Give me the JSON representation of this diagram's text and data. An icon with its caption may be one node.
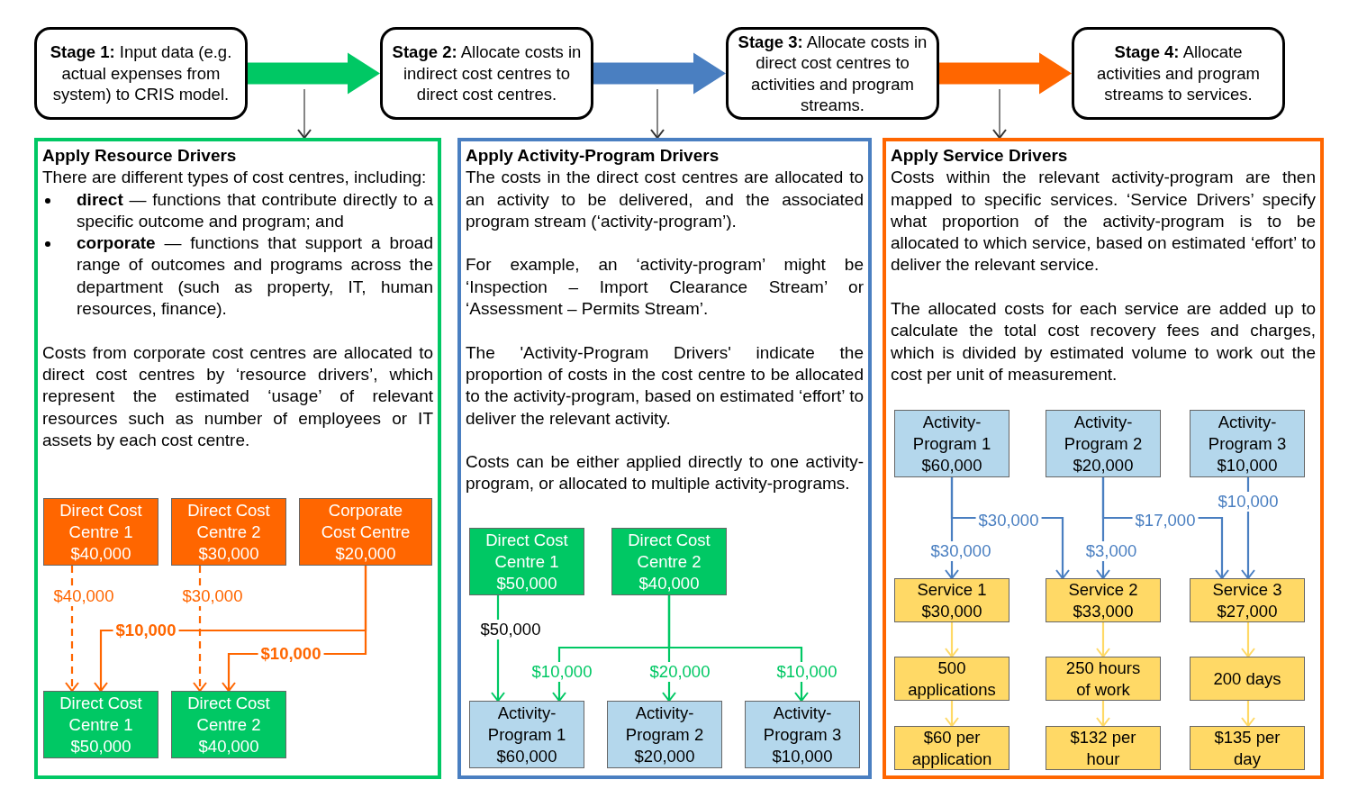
{
  "diagram": {
    "nodes": [
      {
        "text": [
          "**Stage 1:** Input data (e.g. actual expenses from system) to CRIS model."
        ]
      },
      {
        "text": [
          "**Stage 2:** Allocate costs in indirect cost centres to direct cost centres."
        ]
      },
      {
        "text": [
          "**Stage 3:** Allocate costs in direct cost centres to activities and program streams."
        ]
      },
      {
        "text": [
          "**Stage 4:** Allocate activities and program streams to services."
        ]
      },
      {
        "text": [
          "Apply Resource Drivers",
          "There are different types of cost centres, including:",
          "**direct** — functions that contribute directly to a specific outcome and program; and",
          "**corporate** — functions that support a broad range of outcomes and programs across the department (such as property, IT, human resources, finance).",
          "Costs from corporate cost centres are allocated to direct cost centres by ‘resource drivers’, which represent the estimated ‘usage’ of relevant resources such as number of employees or IT assets by each cost centre."
        ]
      },
      {
        "text": [
          "Direct Cost Centre 1",
          "$40,000"
        ],
        "in": 4
      },
      {
        "text": [
          "Direct Cost Centre 2",
          "$30,000"
        ],
        "in": 4
      },
      {
        "text": [
          "Corporate Cost Centre",
          "$20,000"
        ],
        "in": 4
      },
      {
        "text": [
          "Direct Cost Centre 1",
          "$50,000"
        ],
        "in": 4
      },
      {
        "text": [
          "Direct Cost Centre 2",
          "$40,000"
        ],
        "in": 4
      },
      {
        "text": [
          "Apply Activity-Program Drivers",
          "The costs in the direct cost centres are allocated to an activity to be delivered, and the associated program stream (‘activity-program’).",
          "For example, an ‘activity-program’ might be ‘Inspection – Import Clearance Stream’ or ‘Assessment – Permits Stream’.",
          "The 'Activity-Program Drivers' indicate the proportion of costs in the cost centre to be allocated to the activity-program, based on estimated ‘effort’ to deliver the relevant activity.",
          "Costs can be either applied directly to one activity-program, or allocated to multiple activity-programs."
        ]
      },
      {
        "text": [
          "Direct Cost Centre 1",
          "$50,000"
        ],
        "in": 10
      },
      {
        "text": [
          "Direct Cost Centre 2",
          "$40,000"
        ],
        "in": 10
      },
      {
        "text": [
          "Activity-Program 1",
          "$60,000"
        ],
        "in": 10
      },
      {
        "text": [
          "Activity-Program 2",
          "$20,000"
        ],
        "in": 10
      },
      {
        "text": [
          "Activity-Program 3",
          "$10,000"
        ],
        "in": 10
      },
      {
        "text": [
          "Apply Service Drivers",
          "Costs within the relevant activity-program are then mapped to specific services. ‘Service Drivers’ specify what proportion of the activity-program is to be allocated to which service, based on estimated ‘effort’ to deliver the relevant service.",
          "The allocated costs for each service are added up to calculate the total cost recovery fees and charges, which is divided by estimated volume to work out the cost per unit of measurement."
        ]
      },
      {
        "text": [
          "Activity-Program 1",
          "$60,000"
        ],
        "in": 16
      },
      {
        "text": [
          "Activity-Program 2",
          "$20,000"
        ],
        "in": 16
      },
      {
        "text": [
          "Activity-Program 3",
          "$10,000"
        ],
        "in": 16
      },
      {
        "text": [
          "Service 1",
          "$30,000"
        ],
        "in": 16
      },
      {
        "text": [
          "Service 2",
          "$33,000"
        ],
        "in": 16
      },
      {
        "text": [
          "Service 3",
          "$27,000"
        ],
        "in": 16
      },
      {
        "text": [
          "500 applications"
        ],
        "in": 16
      },
      {
        "text": [
          "250 hours of work"
        ],
        "in": 16
      },
      {
        "text": [
          "200 days"
        ],
        "in": 16
      },
      {
        "text": [
          "$60 per application"
        ],
        "in": 16
      },
      {
        "text": [
          "$132 per hour"
        ],
        "in": 16
      },
      {
        "text": [
          "$135 per day"
        ],
        "in": 16
      }
    ],
    "edges": [
      {
        "from": 0,
        "to": 1,
        "arrow": "to",
        "style": "thick",
        "color": "#00c864"
      },
      {
        "from": 1,
        "to": 2,
        "arrow": "to",
        "style": "thick",
        "color": "#4a7fc1"
      },
      {
        "from": 2,
        "to": 3,
        "arrow": "to",
        "style": "thick",
        "color": "#ff6600"
      },
      {
        "from": null,
        "to": 4,
        "arrow": "to",
        "color": "#333333"
      },
      {
        "from": null,
        "to": 10,
        "arrow": "to",
        "color": "#333333"
      },
      {
        "from": null,
        "to": 16,
        "arrow": "to",
        "color": "#333333"
      },
      {
        "from": 5,
        "to": 8,
        "arrow": "to",
        "label": "$40,000",
        "style": "dashed",
        "color": "#ff6600"
      },
      {
        "from": 6,
        "to": 9,
        "arrow": "to",
        "label": "$30,000",
        "style": "dashed",
        "color": "#ff6600"
      },
      {
        "from": 7,
        "to": 8,
        "arrow": "to",
        "label": "$10,000",
        "color": "#ff6600"
      },
      {
        "from": 7,
        "to": 9,
        "arrow": "to",
        "label": "$10,000",
        "color": "#ff6600"
      },
      {
        "from": 11,
        "to": 13,
        "arrow": "to",
        "label": "$50,000",
        "color": "#00c864"
      },
      {
        "from": 12,
        "to": 13,
        "arrow": "to",
        "label": "$10,000",
        "color": "#00c864"
      },
      {
        "from": 12,
        "to": 14,
        "arrow": "to",
        "label": "$20,000",
        "color": "#00c864"
      },
      {
        "from": 12,
        "to": 15,
        "arrow": "to",
        "label": "$10,000",
        "color": "#00c864"
      },
      {
        "from": 17,
        "to": 20,
        "arrow": "to",
        "label": "$30,000",
        "color": "#4a7fc1"
      },
      {
        "from": 17,
        "to": 21,
        "arrow": "to",
        "label": "$30,000",
        "color": "#4a7fc1"
      },
      {
        "from": 18,
        "to": 21,
        "arrow": "to",
        "label": "$3,000",
        "color": "#4a7fc1"
      },
      {
        "from": 18,
        "to": 22,
        "arrow": "to",
        "label": "$17,000",
        "color": "#4a7fc1"
      },
      {
        "from": 19,
        "to": 22,
        "arrow": "to",
        "label": "$10,000",
        "color": "#4a7fc1"
      },
      {
        "from": 20,
        "to": 23,
        "arrow": "to",
        "color": "#ffd966"
      },
      {
        "from": 23,
        "to": 26,
        "arrow": "to",
        "color": "#ffd966"
      },
      {
        "from": 21,
        "to": 24,
        "arrow": "to",
        "color": "#ffd966"
      },
      {
        "from": 24,
        "to": 27,
        "arrow": "to",
        "color": "#ffd966"
      },
      {
        "from": 22,
        "to": 25,
        "arrow": "to",
        "color": "#ffd966"
      },
      {
        "from": 25,
        "to": 28,
        "arrow": "to",
        "color": "#ffd966"
      }
    ]
  }
}
